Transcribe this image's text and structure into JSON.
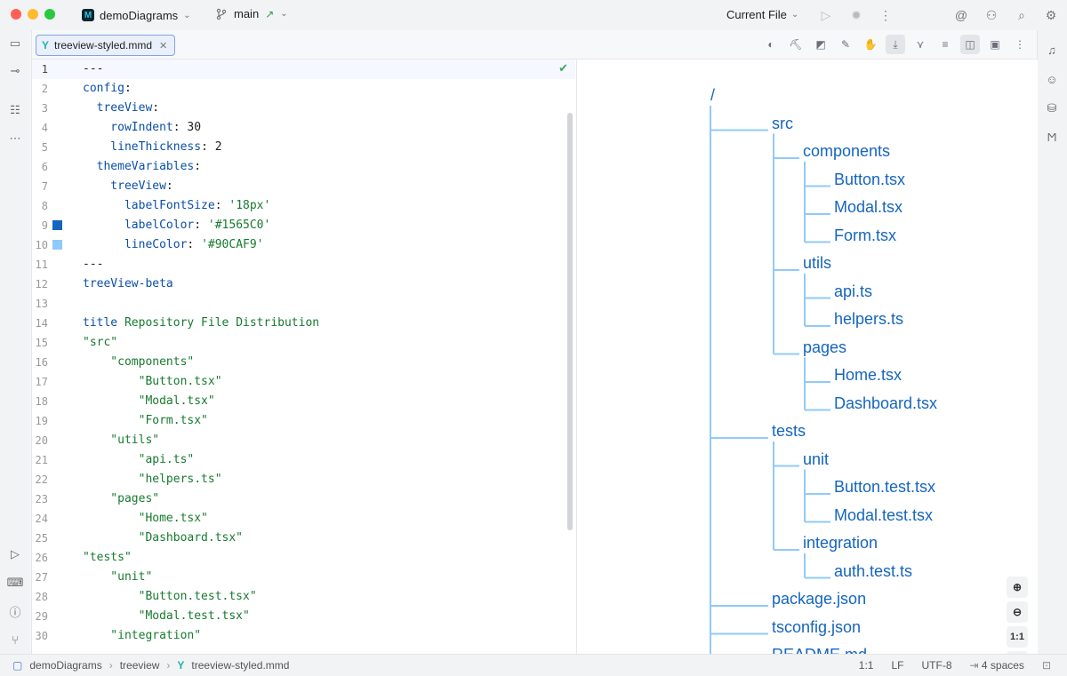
{
  "window": {
    "project_name": "demoDiagrams",
    "branch": "main",
    "run_config": "Current File"
  },
  "tab": {
    "label": "treeview-styled.mmd"
  },
  "editor": {
    "lines": [
      {
        "n": "1",
        "parts": [
          {
            "t": "---",
            "c": "p"
          }
        ],
        "current": true
      },
      {
        "n": "2",
        "parts": [
          {
            "t": "config",
            "c": "k"
          },
          {
            "t": ":",
            "c": "p"
          }
        ]
      },
      {
        "n": "3",
        "parts": [
          {
            "t": "  treeView",
            "c": "k"
          },
          {
            "t": ":",
            "c": "p"
          }
        ]
      },
      {
        "n": "4",
        "parts": [
          {
            "t": "    rowIndent",
            "c": "k"
          },
          {
            "t": ": 30",
            "c": "n"
          }
        ]
      },
      {
        "n": "5",
        "parts": [
          {
            "t": "    lineThickness",
            "c": "k"
          },
          {
            "t": ": 2",
            "c": "n"
          }
        ]
      },
      {
        "n": "6",
        "parts": [
          {
            "t": "  themeVariables",
            "c": "k"
          },
          {
            "t": ":",
            "c": "p"
          }
        ]
      },
      {
        "n": "7",
        "parts": [
          {
            "t": "    treeView",
            "c": "k"
          },
          {
            "t": ":",
            "c": "p"
          }
        ]
      },
      {
        "n": "8",
        "parts": [
          {
            "t": "      labelFontSize",
            "c": "k"
          },
          {
            "t": ": ",
            "c": "p"
          },
          {
            "t": "'18px'",
            "c": "s"
          }
        ]
      },
      {
        "n": "9",
        "parts": [
          {
            "t": "      labelColor",
            "c": "k"
          },
          {
            "t": ": ",
            "c": "p"
          },
          {
            "t": "'#1565C0'",
            "c": "s"
          }
        ],
        "swatch": "#1565C0"
      },
      {
        "n": "10",
        "parts": [
          {
            "t": "      lineColor",
            "c": "k"
          },
          {
            "t": ": ",
            "c": "p"
          },
          {
            "t": "'#90CAF9'",
            "c": "s"
          }
        ],
        "swatch": "#90CAF9"
      },
      {
        "n": "11",
        "parts": [
          {
            "t": "---",
            "c": "p"
          }
        ]
      },
      {
        "n": "12",
        "parts": [
          {
            "t": "treeView-beta",
            "c": "k"
          }
        ]
      },
      {
        "n": "13",
        "parts": []
      },
      {
        "n": "14",
        "parts": [
          {
            "t": "title",
            "c": "k"
          },
          {
            "t": " Repository File Distribution",
            "c": "s"
          }
        ]
      },
      {
        "n": "15",
        "parts": [
          {
            "t": "\"src\"",
            "c": "s"
          }
        ]
      },
      {
        "n": "16",
        "parts": [
          {
            "t": "    \"components\"",
            "c": "s"
          }
        ]
      },
      {
        "n": "17",
        "parts": [
          {
            "t": "        \"Button.tsx\"",
            "c": "s"
          }
        ]
      },
      {
        "n": "18",
        "parts": [
          {
            "t": "        \"Modal.tsx\"",
            "c": "s"
          }
        ]
      },
      {
        "n": "19",
        "parts": [
          {
            "t": "        \"Form.tsx\"",
            "c": "s"
          }
        ]
      },
      {
        "n": "20",
        "parts": [
          {
            "t": "    \"utils\"",
            "c": "s"
          }
        ]
      },
      {
        "n": "21",
        "parts": [
          {
            "t": "        \"api.ts\"",
            "c": "s"
          }
        ]
      },
      {
        "n": "22",
        "parts": [
          {
            "t": "        \"helpers.ts\"",
            "c": "s"
          }
        ]
      },
      {
        "n": "23",
        "parts": [
          {
            "t": "    \"pages\"",
            "c": "s"
          }
        ]
      },
      {
        "n": "24",
        "parts": [
          {
            "t": "        \"Home.tsx\"",
            "c": "s"
          }
        ]
      },
      {
        "n": "25",
        "parts": [
          {
            "t": "        \"Dashboard.tsx\"",
            "c": "s"
          }
        ]
      },
      {
        "n": "26",
        "parts": [
          {
            "t": "\"tests\"",
            "c": "s"
          }
        ]
      },
      {
        "n": "27",
        "parts": [
          {
            "t": "    \"unit\"",
            "c": "s"
          }
        ]
      },
      {
        "n": "28",
        "parts": [
          {
            "t": "        \"Button.test.tsx\"",
            "c": "s"
          }
        ]
      },
      {
        "n": "29",
        "parts": [
          {
            "t": "        \"Modal.test.tsx\"",
            "c": "s"
          }
        ]
      },
      {
        "n": "30",
        "parts": [
          {
            "t": "    \"integration\"",
            "c": "s"
          }
        ]
      }
    ]
  },
  "preview": {
    "label_color": "#1565C0",
    "line_color": "#90CAF9",
    "zoom_reset_label": "1:1",
    "nodes": [
      {
        "label": "/",
        "depth": 0
      },
      {
        "label": "src",
        "depth": 1
      },
      {
        "label": "components",
        "depth": 2
      },
      {
        "label": "Button.tsx",
        "depth": 3
      },
      {
        "label": "Modal.tsx",
        "depth": 3
      },
      {
        "label": "Form.tsx",
        "depth": 3
      },
      {
        "label": "utils",
        "depth": 2
      },
      {
        "label": "api.ts",
        "depth": 3
      },
      {
        "label": "helpers.ts",
        "depth": 3
      },
      {
        "label": "pages",
        "depth": 2
      },
      {
        "label": "Home.tsx",
        "depth": 3
      },
      {
        "label": "Dashboard.tsx",
        "depth": 3
      },
      {
        "label": "tests",
        "depth": 1
      },
      {
        "label": "unit",
        "depth": 2
      },
      {
        "label": "Button.test.tsx",
        "depth": 3
      },
      {
        "label": "Modal.test.tsx",
        "depth": 3
      },
      {
        "label": "integration",
        "depth": 2
      },
      {
        "label": "auth.test.ts",
        "depth": 3
      },
      {
        "label": "package.json",
        "depth": 1
      },
      {
        "label": "tsconfig.json",
        "depth": 1
      },
      {
        "label": "README.md",
        "depth": 1
      }
    ]
  },
  "statusbar": {
    "crumbs": [
      "demoDiagrams",
      "treeview",
      "treeview-styled.mmd"
    ],
    "position": "1:1",
    "line_ending": "LF",
    "encoding": "UTF-8",
    "indent": "4 spaces"
  }
}
